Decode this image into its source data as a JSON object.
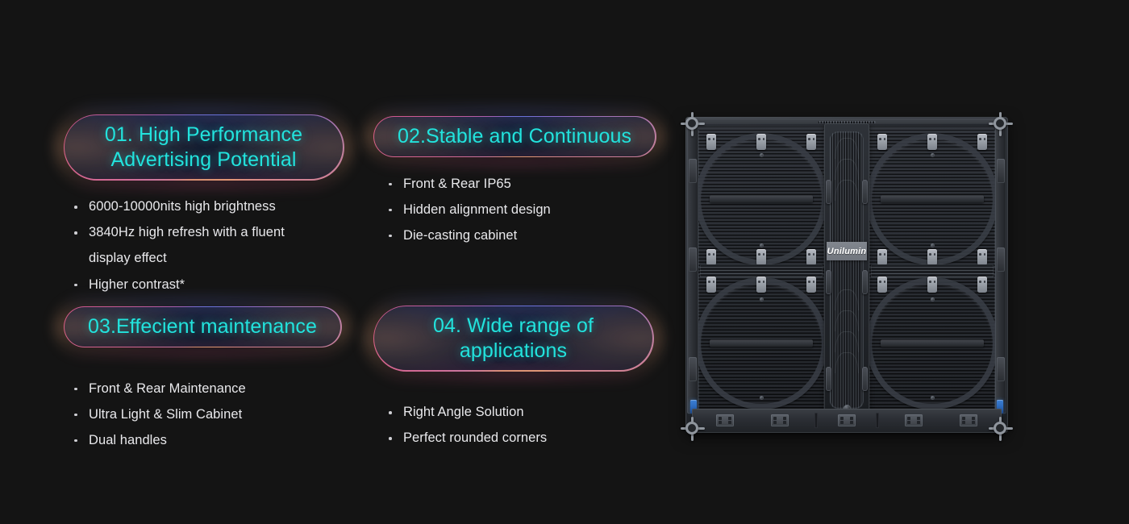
{
  "theme": {
    "background": "#141414",
    "accent_cyan": "#22E3DD",
    "body_text": "#E9E9EC",
    "pill_fill": "#171D2F",
    "border_warm": "#D79A72",
    "border_pink": "#D9508A",
    "border_blue": "#6A74D6",
    "blue_connector": "#3B7FD4"
  },
  "cards": [
    {
      "id": "card-1",
      "title": "01. High Performance\nAdvertising Potential",
      "bullets": [
        {
          "text": "6000-10000nits high brightness",
          "bullet": true
        },
        {
          "text": "3840Hz high refresh with a fluent",
          "bullet": true
        },
        {
          "text": "display effect",
          "bullet": false
        },
        {
          "text": "Higher contrast*",
          "bullet": true
        }
      ]
    },
    {
      "id": "card-2",
      "title": "02.Stable and Continuous",
      "bullets": [
        {
          "text": "Front & Rear IP65",
          "bullet": true
        },
        {
          "text": "Hidden alignment design",
          "bullet": true
        },
        {
          "text": "Die-casting cabinet",
          "bullet": true
        }
      ]
    },
    {
      "id": "card-3",
      "title": "03.Effecient maintenance",
      "bullets": [
        {
          "text": "Front & Rear  Maintenance",
          "bullet": true
        },
        {
          "text": "Ultra Light & Slim Cabinet",
          "bullet": true
        },
        {
          "text": "Dual handles",
          "bullet": true
        }
      ]
    },
    {
      "id": "card-4",
      "title": "04. Wide range of\napplications",
      "bullets": [
        {
          "text": "Right Angle Solution",
          "bullet": true
        },
        {
          "text": "Perfect rounded corners",
          "bullet": true
        }
      ]
    }
  ],
  "product": {
    "name": "led-cabinet-rear-view",
    "brand_logo_text": "Unilumin",
    "description": "Rear view of a die-cast LED display cabinet with four modules, a central vented handle column, corner locking hardware and blue connector tabs."
  }
}
